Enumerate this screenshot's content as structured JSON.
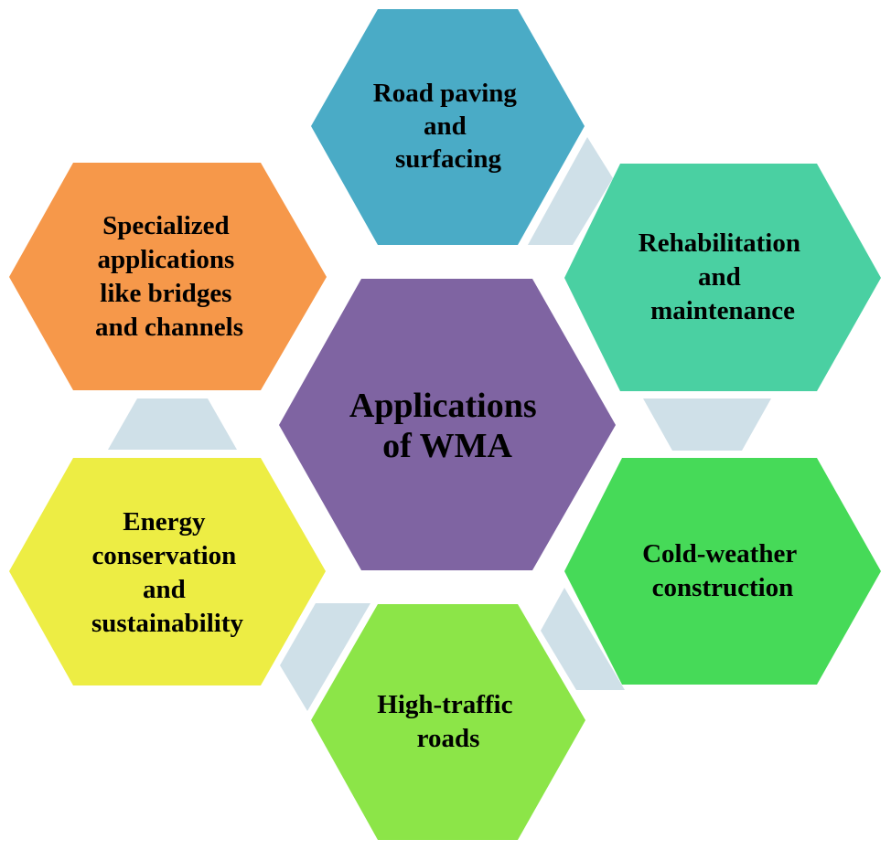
{
  "diagram": {
    "connector_color": "#cfe0e8",
    "center": {
      "label_lines": [
        "Applications",
        "of WMA"
      ],
      "color": "#7f64a2"
    },
    "nodes": [
      {
        "id": "top",
        "label_lines": [
          "Road paving",
          "and",
          "surfacing"
        ],
        "color": "#4aabc6"
      },
      {
        "id": "right-upper",
        "label_lines": [
          "Rehabilitation",
          "and",
          "maintenance"
        ],
        "color": "#4ad0a2"
      },
      {
        "id": "right-lower",
        "label_lines": [
          "Cold-weather",
          "construction"
        ],
        "color": "#46da58"
      },
      {
        "id": "bottom",
        "label_lines": [
          "High-traffic",
          "roads"
        ],
        "color": "#8ce548"
      },
      {
        "id": "left-lower",
        "label_lines": [
          "Energy",
          "conservation",
          "and",
          "sustainability"
        ],
        "color": "#eded44"
      },
      {
        "id": "left-upper",
        "label_lines": [
          "Specialized",
          "applications",
          "like bridges",
          "and channels"
        ],
        "color": "#f6984a"
      }
    ]
  }
}
